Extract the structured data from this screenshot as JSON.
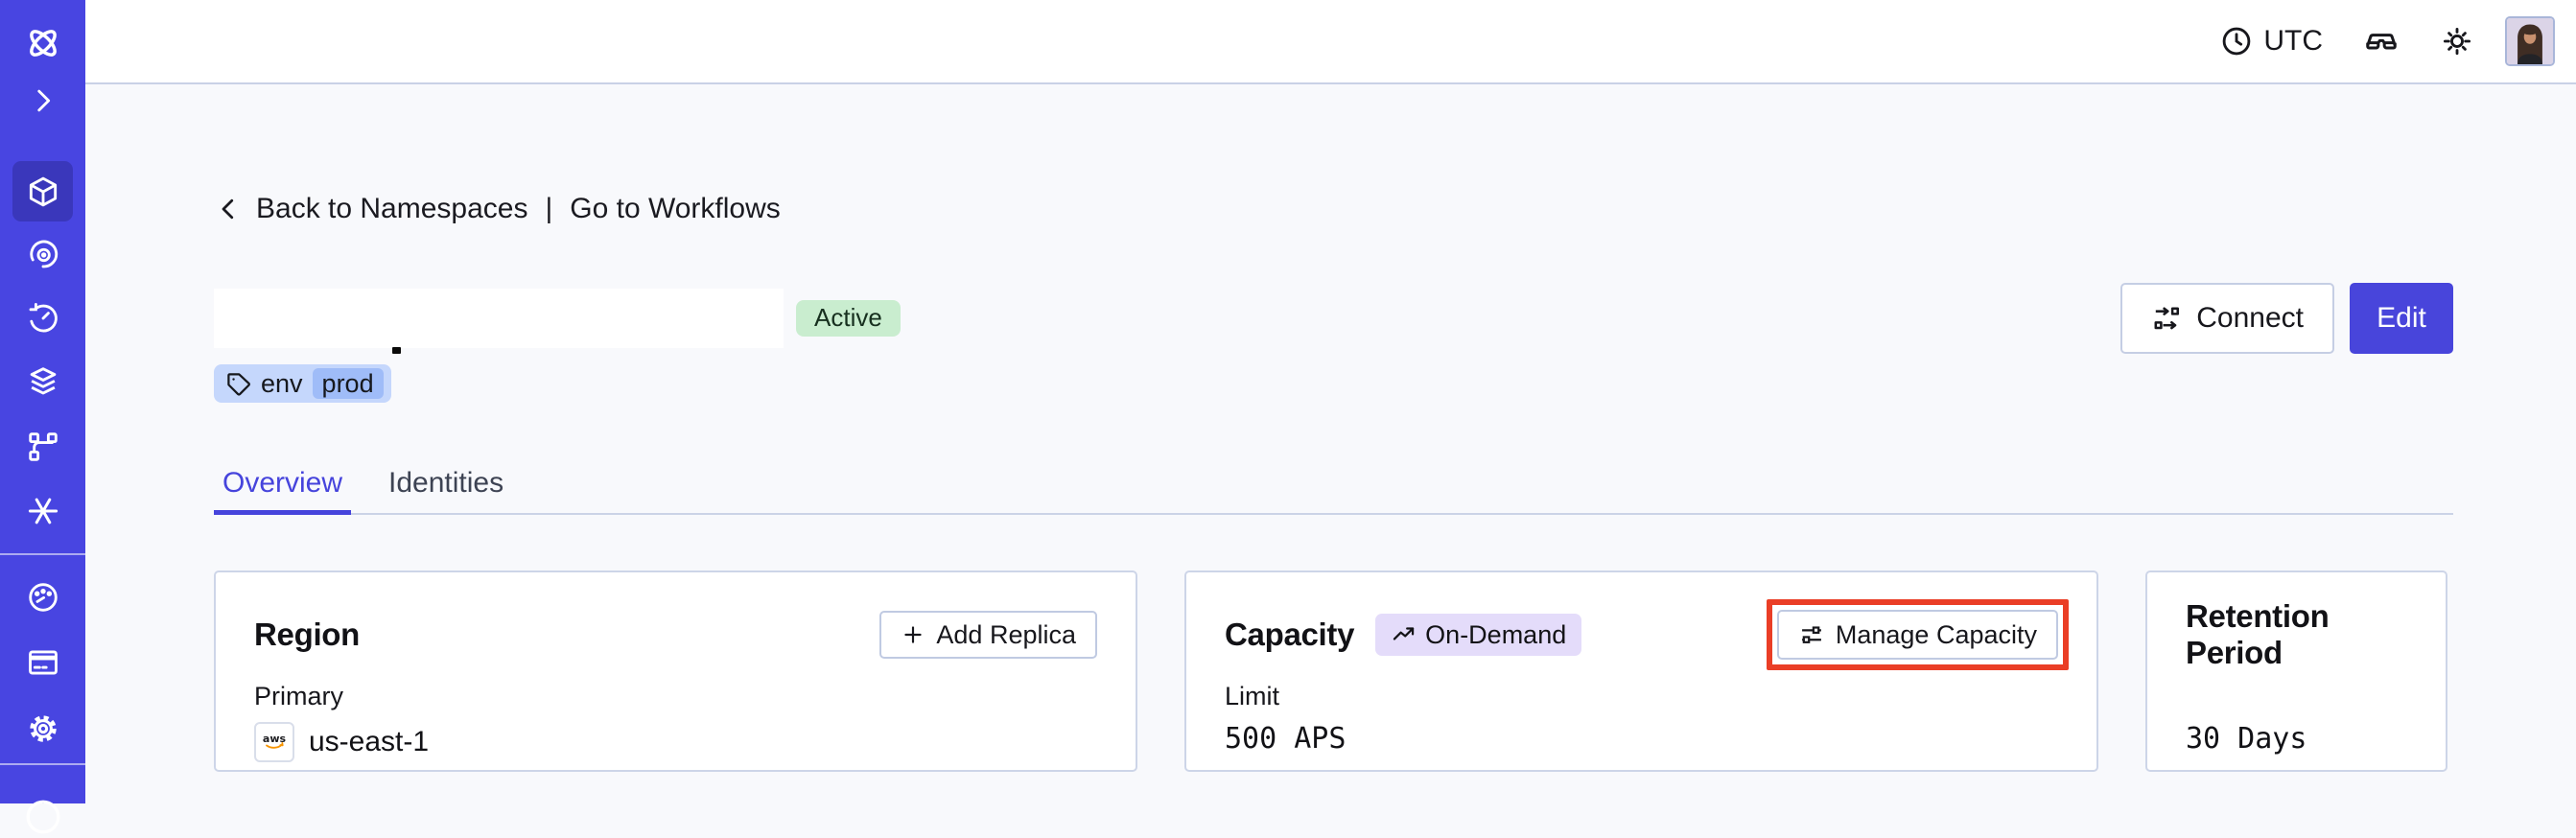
{
  "topbar": {
    "timezone": "UTC",
    "icons": [
      "clock-icon",
      "glasses-icon",
      "sun-icon",
      "avatar"
    ]
  },
  "sidebar": {
    "icons": [
      "temporal-logo",
      "expand-chevron-icon",
      "namespaces-cube-icon",
      "workflows-spiral-icon",
      "schedules-timer-icon",
      "deployments-layers-icon",
      "nexus-branch-icon",
      "batch-asterisk-icon",
      "usage-gauge-icon",
      "billing-card-icon",
      "settings-gear-icon",
      "support-circle-icon"
    ],
    "active_item": "namespaces"
  },
  "page": {
    "back_nav": {
      "back_label": "Back to Namespaces",
      "separator": "|",
      "forward_label": "Go to Workflows"
    },
    "header": {
      "status": "Active",
      "tag_key": "env",
      "tag_value": "prod",
      "connect_label": "Connect",
      "edit_label": "Edit"
    },
    "tabs": [
      {
        "label": "Overview",
        "active": true
      },
      {
        "label": "Identities",
        "active": false
      }
    ],
    "cards": {
      "region": {
        "title": "Region",
        "action": "Add Replica",
        "label": "Primary",
        "provider": "aws",
        "value": "us-east-1"
      },
      "capacity": {
        "title": "Capacity",
        "badge": "On-Demand",
        "action": "Manage Capacity",
        "label": "Limit",
        "value": "500 APS",
        "action_highlighted": true
      },
      "retention": {
        "title": "Retention Period",
        "label": "",
        "value": "30 Days"
      }
    }
  },
  "colors": {
    "sidebar": "#4845E1",
    "sidebar_active": "#3A37BB",
    "accent": "#4845DB",
    "tab_active": "#4644DC",
    "status_green_bg": "#C9EDCF",
    "tag_blue_bg": "#C5D7FC",
    "tag_blue_inner": "#9FBCF8",
    "badge_purple_bg": "#E4DCFA",
    "annotation_red": "#EA3E26",
    "card_border": "#CDD5E8",
    "content_bg": "#F8F9FC"
  }
}
